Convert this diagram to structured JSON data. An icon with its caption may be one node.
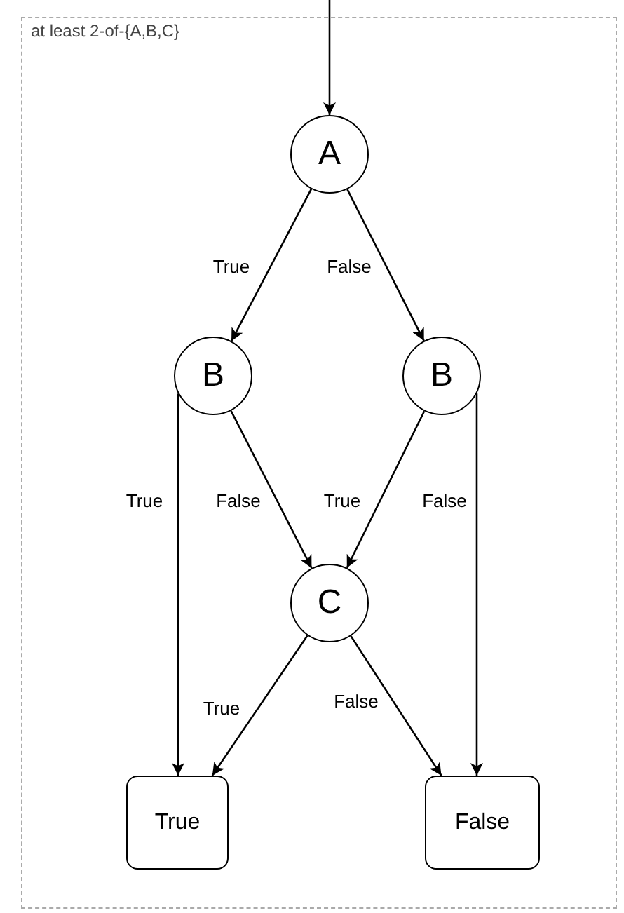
{
  "diagram": {
    "nodes": [
      {
        "text": [
          "at least 2-of-{A,B,C}"
        ]
      },
      {
        "text": [
          "A"
        ],
        "in": 0
      },
      {
        "text": [
          "B"
        ],
        "in": 0
      },
      {
        "text": [
          "B"
        ],
        "in": 0
      },
      {
        "text": [
          "C"
        ],
        "in": 0
      },
      {
        "text": [
          "True"
        ],
        "in": 0
      },
      {
        "text": [
          "False"
        ],
        "in": 0
      }
    ],
    "edges": [
      {
        "from": null,
        "to": 1,
        "arrow": "to"
      },
      {
        "from": 1,
        "to": 2,
        "arrow": "to",
        "label": "True"
      },
      {
        "from": 1,
        "to": 3,
        "arrow": "to",
        "label": "False"
      },
      {
        "from": 2,
        "to": 5,
        "arrow": "to",
        "label": "True"
      },
      {
        "from": 2,
        "to": 4,
        "arrow": "to",
        "label": "False"
      },
      {
        "from": 3,
        "to": 4,
        "arrow": "to",
        "label": "True"
      },
      {
        "from": 3,
        "to": 6,
        "arrow": "to",
        "label": "False"
      },
      {
        "from": 4,
        "to": 5,
        "arrow": "to",
        "label": "True"
      },
      {
        "from": 4,
        "to": 6,
        "arrow": "to",
        "label": "False"
      }
    ]
  }
}
